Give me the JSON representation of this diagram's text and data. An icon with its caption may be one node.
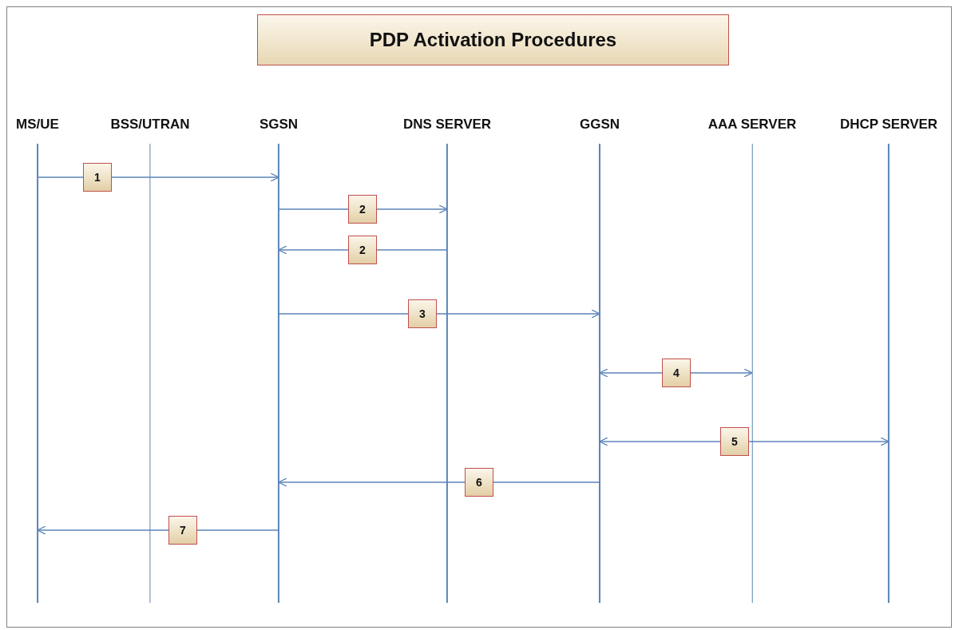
{
  "diagram": {
    "title": "PDP Activation Procedures",
    "nodes": [
      {
        "text": [
          "MS/UE"
        ]
      },
      {
        "text": [
          "BSS/UTRAN"
        ]
      },
      {
        "text": [
          "SGSN"
        ]
      },
      {
        "text": [
          "DNS SERVER"
        ]
      },
      {
        "text": [
          "GGSN"
        ]
      },
      {
        "text": [
          "AAA SERVER"
        ]
      },
      {
        "text": [
          "DHCP SERVER"
        ]
      }
    ],
    "edges": [
      {
        "from": 0,
        "to": 2,
        "arrow": "to",
        "label": "1"
      },
      {
        "from": 2,
        "to": 3,
        "arrow": "to",
        "label": "2"
      },
      {
        "from": 3,
        "to": 2,
        "arrow": "to",
        "label": "2"
      },
      {
        "from": 2,
        "to": 4,
        "arrow": "to",
        "label": "3"
      },
      {
        "from": 4,
        "to": 5,
        "arrow": "both",
        "label": "4"
      },
      {
        "from": 4,
        "to": 6,
        "arrow": "both",
        "label": "5"
      },
      {
        "from": 4,
        "to": 2,
        "arrow": "to",
        "label": "6"
      },
      {
        "from": 2,
        "to": 0,
        "arrow": "to",
        "label": "7"
      }
    ]
  }
}
